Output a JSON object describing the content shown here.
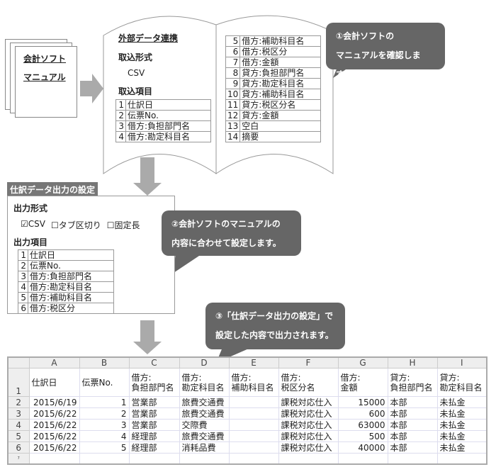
{
  "manual": {
    "line1": "会計ソフト",
    "line2": "マニュアル"
  },
  "book": {
    "title": "外部データ連携",
    "format_label": "取込形式",
    "format_value": "CSV",
    "items_label": "取込項目",
    "items_left": [
      {
        "n": "1",
        "name": "仕訳日"
      },
      {
        "n": "2",
        "name": "伝票No."
      },
      {
        "n": "3",
        "name": "借方:負担部門名"
      },
      {
        "n": "4",
        "name": "借方:勘定科目名"
      }
    ],
    "items_right": [
      {
        "n": "5",
        "name": "借方:補助科目名"
      },
      {
        "n": "6",
        "name": "借方:税区分"
      },
      {
        "n": "7",
        "name": "借方:金額"
      },
      {
        "n": "8",
        "name": "貸方:負担部門名"
      },
      {
        "n": "9",
        "name": "貸方:勘定科目名"
      },
      {
        "n": "10",
        "name": "貸方:補助科目名"
      },
      {
        "n": "11",
        "name": "貸方:税区分名"
      },
      {
        "n": "12",
        "name": "貸方:金額"
      },
      {
        "n": "13",
        "name": "空白"
      },
      {
        "n": "14",
        "name": "摘要"
      }
    ]
  },
  "callouts": {
    "c1": {
      "line1": "①会計ソフトの",
      "line2": "マニュアルを確認します。"
    },
    "c2": {
      "line1": "②会計ソフトのマニュアルの",
      "line2": "内容に合わせて設定します。"
    },
    "c3": {
      "line1": "③「仕訳データ出力の設定」で",
      "line2": "設定した内容で出力されます。"
    }
  },
  "settings": {
    "title": "仕訳データ出力の設定",
    "format_label": "出力形式",
    "options": [
      {
        "label": "CSV",
        "checked": true
      },
      {
        "label": "タブ区切り",
        "checked": false
      },
      {
        "label": "固定長",
        "checked": false
      }
    ],
    "items_label": "出力項目",
    "items": [
      {
        "n": "1",
        "name": "仕訳日"
      },
      {
        "n": "2",
        "name": "伝票No."
      },
      {
        "n": "3",
        "name": "借方:負担部門名"
      },
      {
        "n": "4",
        "name": "借方:勘定科目名"
      },
      {
        "n": "5",
        "name": "借方:補助科目名"
      },
      {
        "n": "6",
        "name": "借方:税区分"
      }
    ]
  },
  "sheet": {
    "columns": [
      "A",
      "B",
      "C",
      "D",
      "E",
      "F",
      "G",
      "H",
      "I"
    ],
    "header": [
      [
        "仕訳日",
        ""
      ],
      [
        "伝票No.",
        ""
      ],
      [
        "借方:",
        "負担部門名"
      ],
      [
        "借方:",
        "勘定科目名"
      ],
      [
        "借方:",
        "補助科目名"
      ],
      [
        "借方:",
        "税区分名"
      ],
      [
        "借方:",
        "金額"
      ],
      [
        "貸方:",
        "負担部門名"
      ],
      [
        "貸方:",
        "勘定科目名"
      ]
    ],
    "rows": [
      [
        "2015/6/19",
        "1",
        "営業部",
        "旅費交通費",
        "",
        "課税対応仕入",
        "15000",
        "本部",
        "未払金"
      ],
      [
        "2015/6/22",
        "2",
        "営業部",
        "旅費交通費",
        "",
        "課税対応仕入",
        "600",
        "本部",
        "未払金"
      ],
      [
        "2015/6/22",
        "3",
        "営業部",
        "交際費",
        "",
        "課税対応仕入",
        "63000",
        "本部",
        "未払金"
      ],
      [
        "2015/6/22",
        "4",
        "経理部",
        "旅費交通費",
        "",
        "課税対応仕入",
        "500",
        "本部",
        "未払金"
      ],
      [
        "2015/6/22",
        "5",
        "経理部",
        "消耗品費",
        "",
        "課税対応仕入",
        "40000",
        "本部",
        "未払金"
      ]
    ],
    "row_numbers": [
      "1",
      "2",
      "3",
      "4",
      "5",
      "6",
      "7"
    ]
  }
}
